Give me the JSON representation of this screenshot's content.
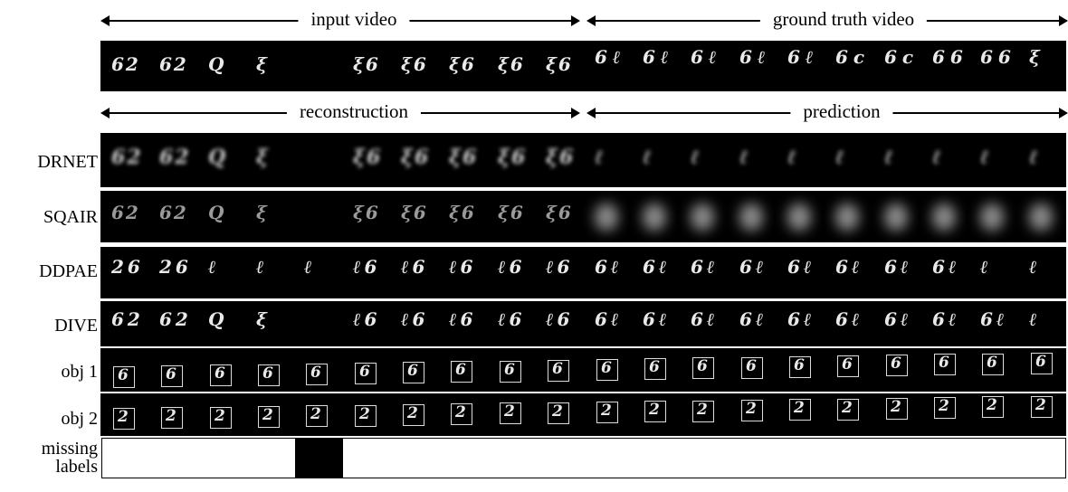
{
  "headers": {
    "top_left": "input video",
    "top_right": "ground truth video",
    "mid_left": "reconstruction",
    "mid_right": "prediction"
  },
  "rows": {
    "drnet": "DRNET",
    "sqair": "SQAIR",
    "ddpae": "DDPAE",
    "dive": "DIVE",
    "obj1": "obj 1",
    "obj2": "obj 2",
    "missing_line1": "missing",
    "missing_line2": "labels"
  },
  "frames": {
    "input_count": 10,
    "predicted_count": 10,
    "missing_frame_index": 4
  },
  "glyphs": {
    "gt_input": [
      "62",
      "62",
      "Q",
      "ξ",
      "",
      "ξ6",
      "ξ6",
      "ξ6",
      "ξ6",
      "ξ6"
    ],
    "gt_future": [
      "6ℓ",
      "6ℓ",
      "6ℓ",
      "6ℓ",
      "6ℓ",
      "6c",
      "6c",
      "66",
      "66",
      "ξ"
    ],
    "ddpae": [
      "26",
      "26",
      "ℓ",
      "ℓ",
      "ℓ",
      "ℓ6",
      "ℓ6",
      "ℓ6",
      "ℓ6",
      "ℓ6",
      "6ℓ",
      "6ℓ",
      "6ℓ",
      "6ℓ",
      "6ℓ",
      "6ℓ",
      "6ℓ",
      "6ℓ",
      "ℓ",
      "ℓ"
    ],
    "dive": [
      "62",
      "62",
      "Q",
      "ξ",
      "",
      "ℓ6",
      "ℓ6",
      "ℓ6",
      "ℓ6",
      "ℓ6",
      "6ℓ",
      "6ℓ",
      "6ℓ",
      "6ℓ",
      "6ℓ",
      "6ℓ",
      "6ℓ",
      "6ℓ",
      "6ℓ",
      "ℓ"
    ],
    "obj1": "6",
    "obj2": "2"
  }
}
